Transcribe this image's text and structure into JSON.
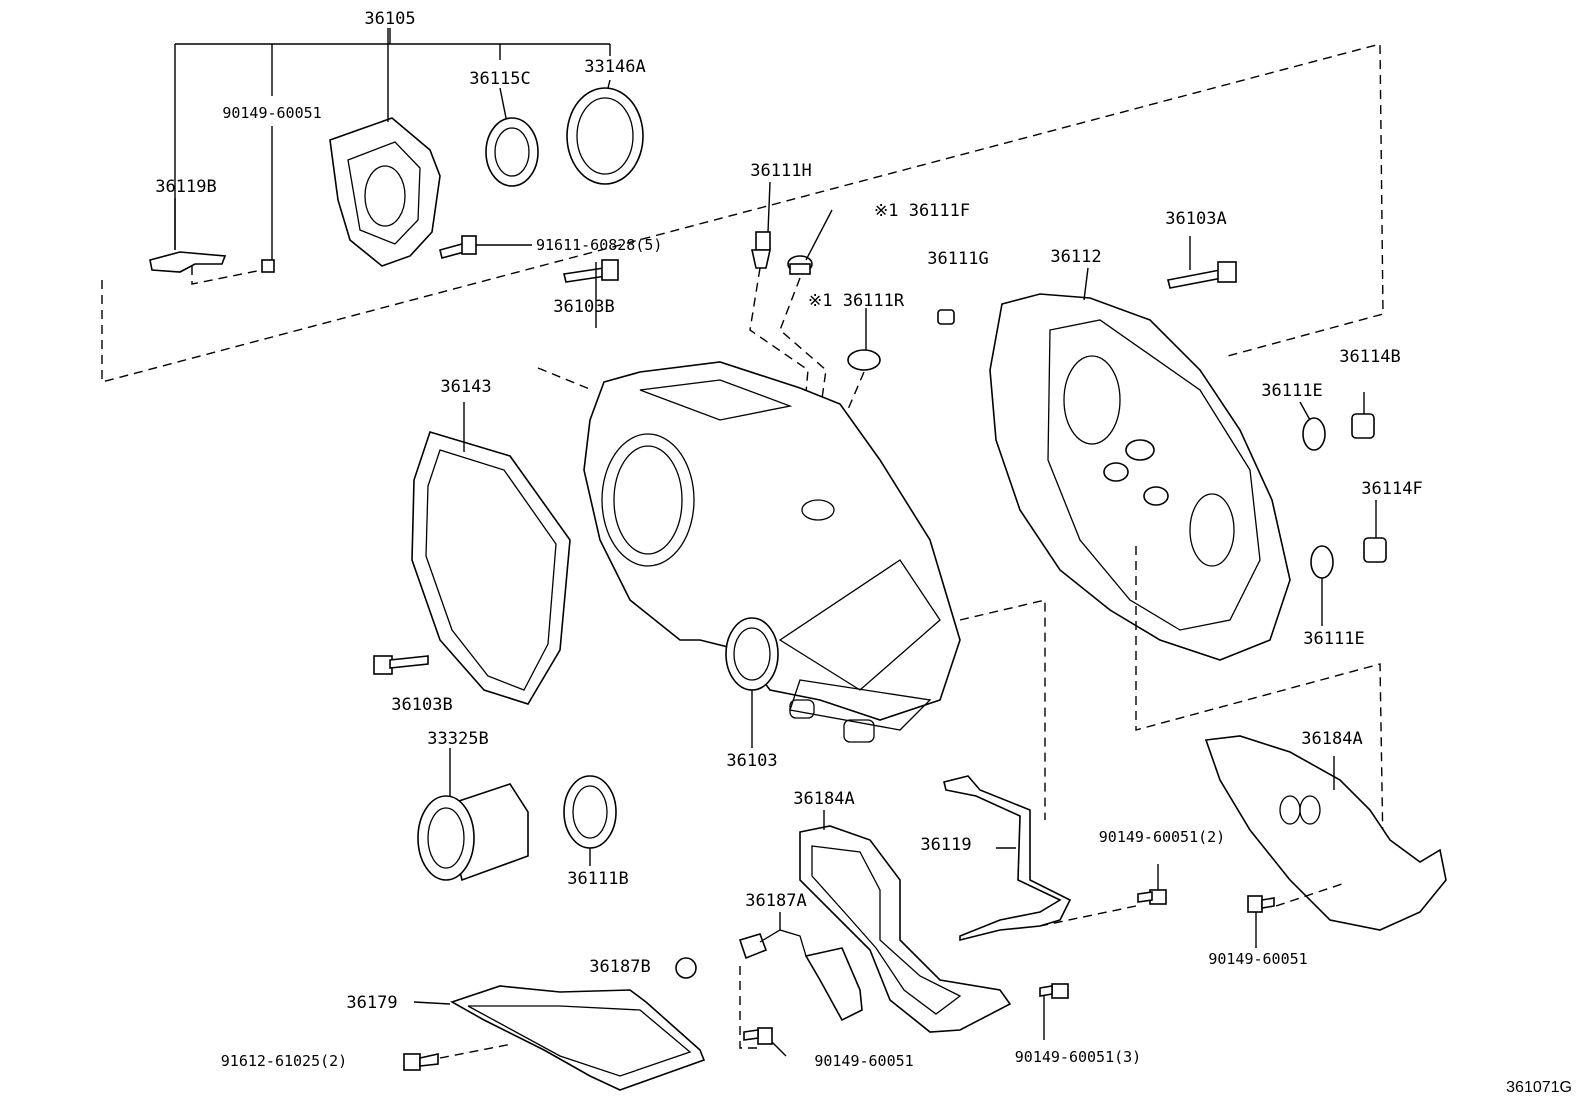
{
  "diagram": {
    "reference_code": "361071G",
    "part_labels": {
      "p36105": "36105",
      "p90149_top": "90149-60051",
      "p36115C": "36115C",
      "p33146A": "33146A",
      "p36119B": "36119B",
      "p91611": "91611-60828(5)",
      "p36111H": "36111H",
      "p36111F": "※1 36111F",
      "p36111G": "36111G",
      "p36112": "36112",
      "p36103A": "36103A",
      "p36111R": "※1 36111R",
      "p36103B_top": "36103B",
      "p36143": "36143",
      "p36114B": "36114B",
      "p36111E_top": "36111E",
      "p36114F": "36114F",
      "p36111E_bot": "36111E",
      "p36103B_bot": "36103B",
      "p36103": "36103",
      "p33325B": "33325B",
      "p36111B": "36111B",
      "p36184A_mid": "36184A",
      "p36184A_right": "36184A",
      "p36119": "36119",
      "p90149_2": "90149-60051(2)",
      "p36187A": "36187A",
      "p90149_right": "90149-60051",
      "p36187B": "36187B",
      "p36179": "36179",
      "p91612": "91612-61025(2)",
      "p90149_bot": "90149-60051",
      "p90149_3": "90149-60051(3)"
    }
  }
}
